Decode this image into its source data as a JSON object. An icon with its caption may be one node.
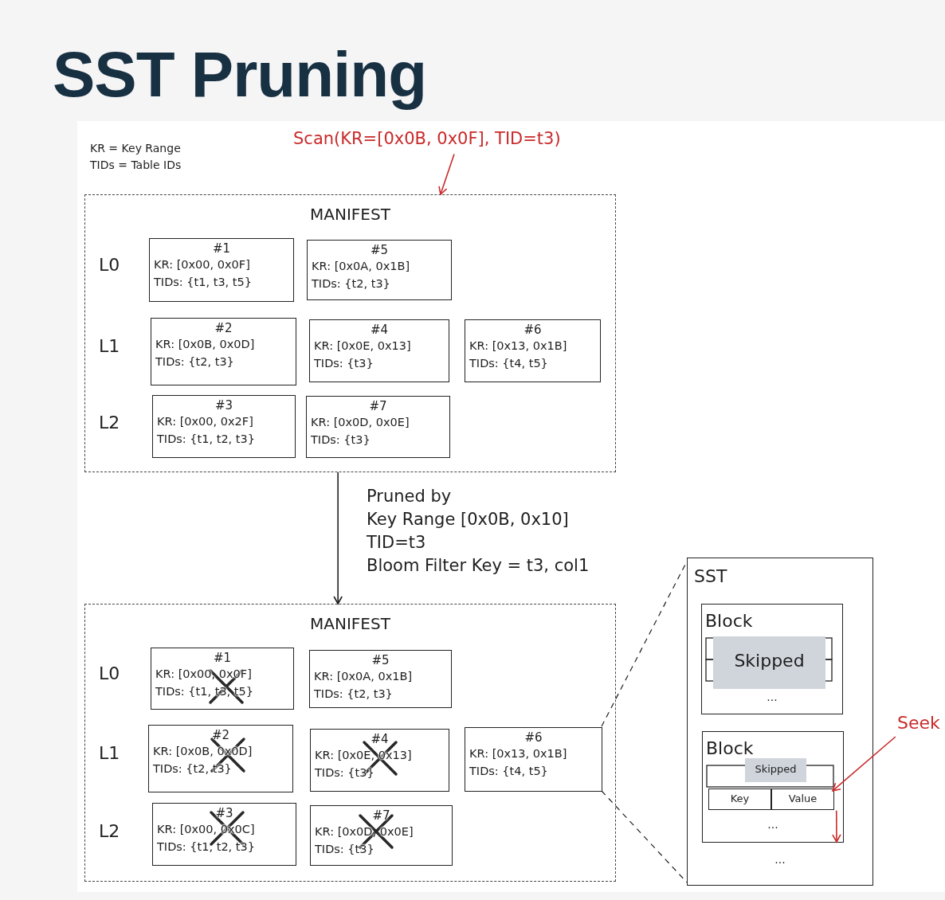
{
  "diagram": {
    "title": "SST Pruning",
    "nodes": [
      {
        "text": [
          "MANIFEST"
        ]
      },
      {
        "text": [
          "#1",
          "KR: [0x00, 0x0F]",
          "TIDs: {t1, t3, t5}"
        ],
        "in": 0
      },
      {
        "text": [
          "#5",
          "KR: [0x0A, 0x1B]",
          "TIDs: {t2, t3}"
        ],
        "in": 0
      },
      {
        "text": [
          "#2",
          "KR: [0x0B, 0x0D]",
          "TIDs: {t2, t3}"
        ],
        "in": 0
      },
      {
        "text": [
          "#4",
          "KR: [0x0E, 0x13]",
          "TIDs: {t3}"
        ],
        "in": 0
      },
      {
        "text": [
          "#6",
          "KR: [0x13, 0x1B]",
          "TIDs: {t4, t5}"
        ],
        "in": 0
      },
      {
        "text": [
          "#3",
          "KR: [0x00, 0x2F]",
          "TIDs: {t1, t2, t3}"
        ],
        "in": 0
      },
      {
        "text": [
          "#7",
          "KR: [0x0D, 0x0E]",
          "TIDs: {t3}"
        ],
        "in": 0
      },
      {
        "text": [
          "MANIFEST"
        ]
      },
      {
        "text": [
          "#1",
          "KR: [0x00, 0x0F]",
          "TIDs: {t1, t3, t5}"
        ],
        "in": 8
      },
      {
        "text": [
          "#5",
          "KR: [0x0A, 0x1B]",
          "TIDs: {t2, t3}"
        ],
        "in": 8
      },
      {
        "text": [
          "#2",
          "KR: [0x0B, 0x0D]",
          "TIDs: {t2, t3}"
        ],
        "in": 8
      },
      {
        "text": [
          "#4",
          "KR: [0x0E, 0x13]",
          "TIDs: {t3}"
        ],
        "in": 8
      },
      {
        "text": [
          "#6",
          "KR: [0x13, 0x1B]",
          "TIDs: {t4, t5}"
        ],
        "in": 8
      },
      {
        "text": [
          "#3",
          "KR: [0x00, 0x0C]",
          "TIDs: {t1, t2, t3}"
        ],
        "in": 8
      },
      {
        "text": [
          "#7",
          "KR: [0x0D, 0x0E]",
          "TIDs: {t3}"
        ],
        "in": 8
      },
      {
        "text": [
          "SST",
          "..."
        ]
      },
      {
        "text": [
          "Block",
          "..."
        ],
        "in": 16
      },
      {
        "text": [
          "Skipped"
        ],
        "in": 17
      },
      {
        "text": [
          "Block",
          "..."
        ],
        "in": 16
      },
      {
        "text": [
          "Skipped"
        ],
        "in": 19
      },
      {
        "text": [
          "Key"
        ],
        "in": 19
      },
      {
        "text": [
          "Value"
        ],
        "in": 19
      },
      {
        "text": [
          "Scan(KR=[0x0B, 0x0F], TID=t3)"
        ]
      },
      {
        "text": [
          "Seek"
        ]
      }
    ],
    "edges": [
      {
        "from": 23,
        "to": 0,
        "arrow": "to",
        "color": "#c92a2a"
      },
      {
        "from": 0,
        "to": 8,
        "arrow": "to",
        "color": "#1e1e1e"
      },
      {
        "from": 13,
        "to": 16,
        "arrow": "none",
        "style": "dashed",
        "color": "#1e1e1e"
      },
      {
        "from": 13,
        "to": 16,
        "arrow": "none",
        "style": "dashed",
        "color": "#1e1e1e"
      },
      {
        "from": 24,
        "to": 22,
        "arrow": "to",
        "color": "#c92a2a"
      },
      {
        "from": 22,
        "to": 19,
        "arrow": "to",
        "color": "#c92a2a"
      }
    ],
    "labels": [
      "KR = Key Range",
      "TIDs = Table IDs",
      "L0",
      "L1",
      "L2",
      "Pruned by",
      "Key Range [0x0B, 0x10]",
      "TID=t3",
      "Bloom Filter Key = t3, col1",
      "L0",
      "L1",
      "L2"
    ]
  }
}
